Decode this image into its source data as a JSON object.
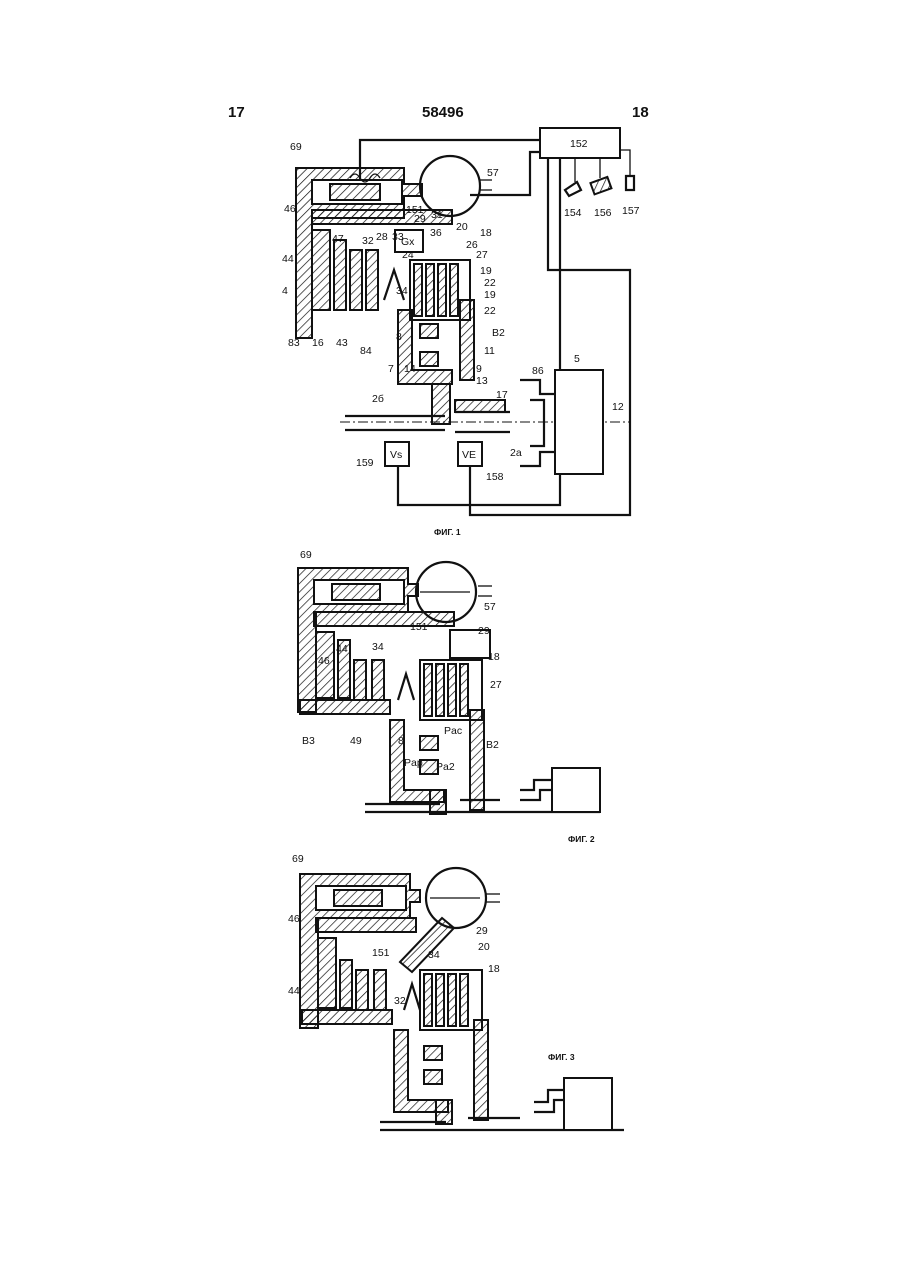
{
  "header": {
    "page_left": "17",
    "doc_number": "58496",
    "page_right": "18"
  },
  "fig1": {
    "caption": "ФИГ. 1",
    "labels": [
      "69",
      "57",
      "152",
      "154",
      "156",
      "157",
      "151",
      "29",
      "31",
      "46",
      "20",
      "18",
      "47",
      "32",
      "28",
      "33",
      "36",
      "26",
      "27",
      "44",
      "24",
      "19",
      "22",
      "4",
      "34",
      "19",
      "22",
      "8",
      "B2",
      "83",
      "16",
      "43",
      "84",
      "11",
      "7",
      "14",
      "9",
      "86",
      "5",
      "13",
      "17",
      "12",
      "2б",
      "2а",
      "159",
      "158"
    ],
    "box_152": "152",
    "box_vs": "Vs",
    "box_ve": "VE",
    "gx": "Gx"
  },
  "fig2": {
    "caption": "ФИГ. 2",
    "labels": [
      "69",
      "57",
      "151",
      "29",
      "34",
      "18",
      "46",
      "44",
      "27",
      "8",
      "B2",
      "B3",
      "49"
    ],
    "pressures": [
      "Pac",
      "Pap",
      "Pa2"
    ]
  },
  "fig3": {
    "caption": "ФИГ. 3",
    "labels": [
      "69",
      "29",
      "151",
      "46",
      "34",
      "20",
      "18",
      "44",
      "32"
    ]
  }
}
